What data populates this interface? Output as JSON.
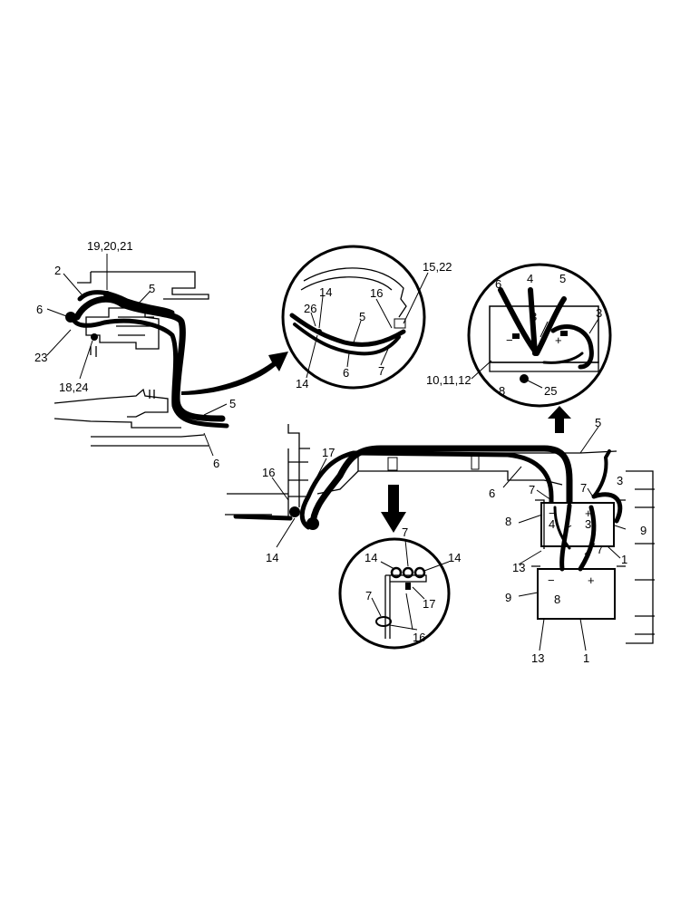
{
  "labels": {
    "l_19_20_21": "19,20,21",
    "l_2": "2",
    "l_5_a": "5",
    "l_6_a": "6",
    "l_23": "23",
    "l_18_24": "18,24",
    "l_5_b": "5",
    "l_6_b": "6",
    "d1_14": "14",
    "d1_26": "26",
    "d1_5": "5",
    "d1_16": "16",
    "d1_15_22": "15,22",
    "d1_14b": "14",
    "d1_6": "6",
    "d1_7": "7",
    "d2_6": "6",
    "d2_4": "4",
    "d2_5": "5",
    "d2_3a": "3",
    "d2_3b": "3",
    "d2_10_11_12": "10,11,12",
    "d2_8": "8",
    "d2_25": "25",
    "m_17": "17",
    "m_16": "16",
    "m_14": "14",
    "m_5": "5",
    "m_6": "6",
    "m_7a": "7",
    "m_7b": "7",
    "m_3": "3",
    "m_8a": "8",
    "m_4": "4",
    "m_3b": "3",
    "m_9a": "9",
    "m_1a": "1",
    "m_7c": "7",
    "m_13a": "13",
    "m_9b": "9",
    "m_8b": "8",
    "m_13b": "13",
    "m_1b": "1",
    "d3_7": "7",
    "d3_14a": "14",
    "d3_14b": "14",
    "d3_17": "17",
    "d3_7b": "7",
    "d3_16": "16",
    "bat_minus_a": "−",
    "bat_plus_a": "+",
    "bat_minus_b": "−",
    "bat_plus_b": "+",
    "d2_minus": "−",
    "d2_plus": "+"
  }
}
